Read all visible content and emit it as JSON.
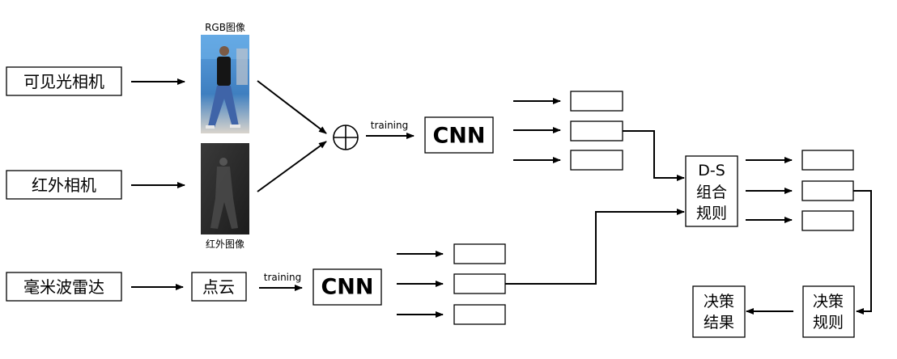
{
  "inputs": {
    "visible_camera": "可见光相机",
    "infrared_camera": "红外相机",
    "mmwave_radar": "毫米波雷达"
  },
  "images": {
    "rgb_caption": "RGB图像",
    "ir_caption": "红外图像"
  },
  "point_cloud": "点云",
  "training_label_top": "training",
  "training_label_bottom": "training",
  "cnn_top": "CNN",
  "cnn_bottom": "CNN",
  "fusion": {
    "line1": "D-S",
    "line2": "组合",
    "line3": "规则"
  },
  "decision_rule": {
    "line1": "决策",
    "line2": "规则"
  },
  "decision_result": {
    "line1": "决策",
    "line2": "结果"
  },
  "colors": {
    "stroke": "#000000",
    "background": "#ffffff",
    "rgb_sky": "#4a8fd0",
    "rgb_jeans": "#3f64a8",
    "ir_background": "#2a2a2a"
  }
}
